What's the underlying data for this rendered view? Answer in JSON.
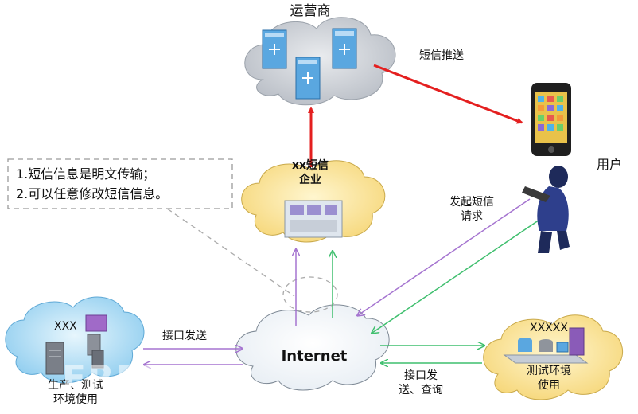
{
  "nodes": {
    "operator": {
      "label": "运营商"
    },
    "enterprise": {
      "label_line1": "xx短信",
      "label_line2": "企业"
    },
    "user": {
      "label": "用户"
    },
    "internet": {
      "label": "Internet"
    },
    "xxx": {
      "label": "XXX",
      "sub_line1": "生产、测试",
      "sub_line2": "环境使用"
    },
    "xxxxx": {
      "label": "XXXXX",
      "sub_line1": "测试环境",
      "sub_line2": "使用"
    }
  },
  "edges": {
    "sms_push": "短信推送",
    "send_request_line1": "发起短信",
    "send_request_line2": "请求",
    "api_send": "接口发送",
    "api_send_query_line1": "接口发",
    "api_send_query_line2": "送、查询"
  },
  "note": {
    "line1": "1.短信信息是明文传输；",
    "line2": "2.可以任意修改短信信息。"
  },
  "watermark": "FREEBUF",
  "colors": {
    "red": "#e41f1f",
    "purple": "#a574d0",
    "green": "#3fbf6e",
    "cloud_gray": "#c9cdd3",
    "cloud_yellow": "#fde9a6",
    "cloud_blue": "#bfe3f7"
  }
}
